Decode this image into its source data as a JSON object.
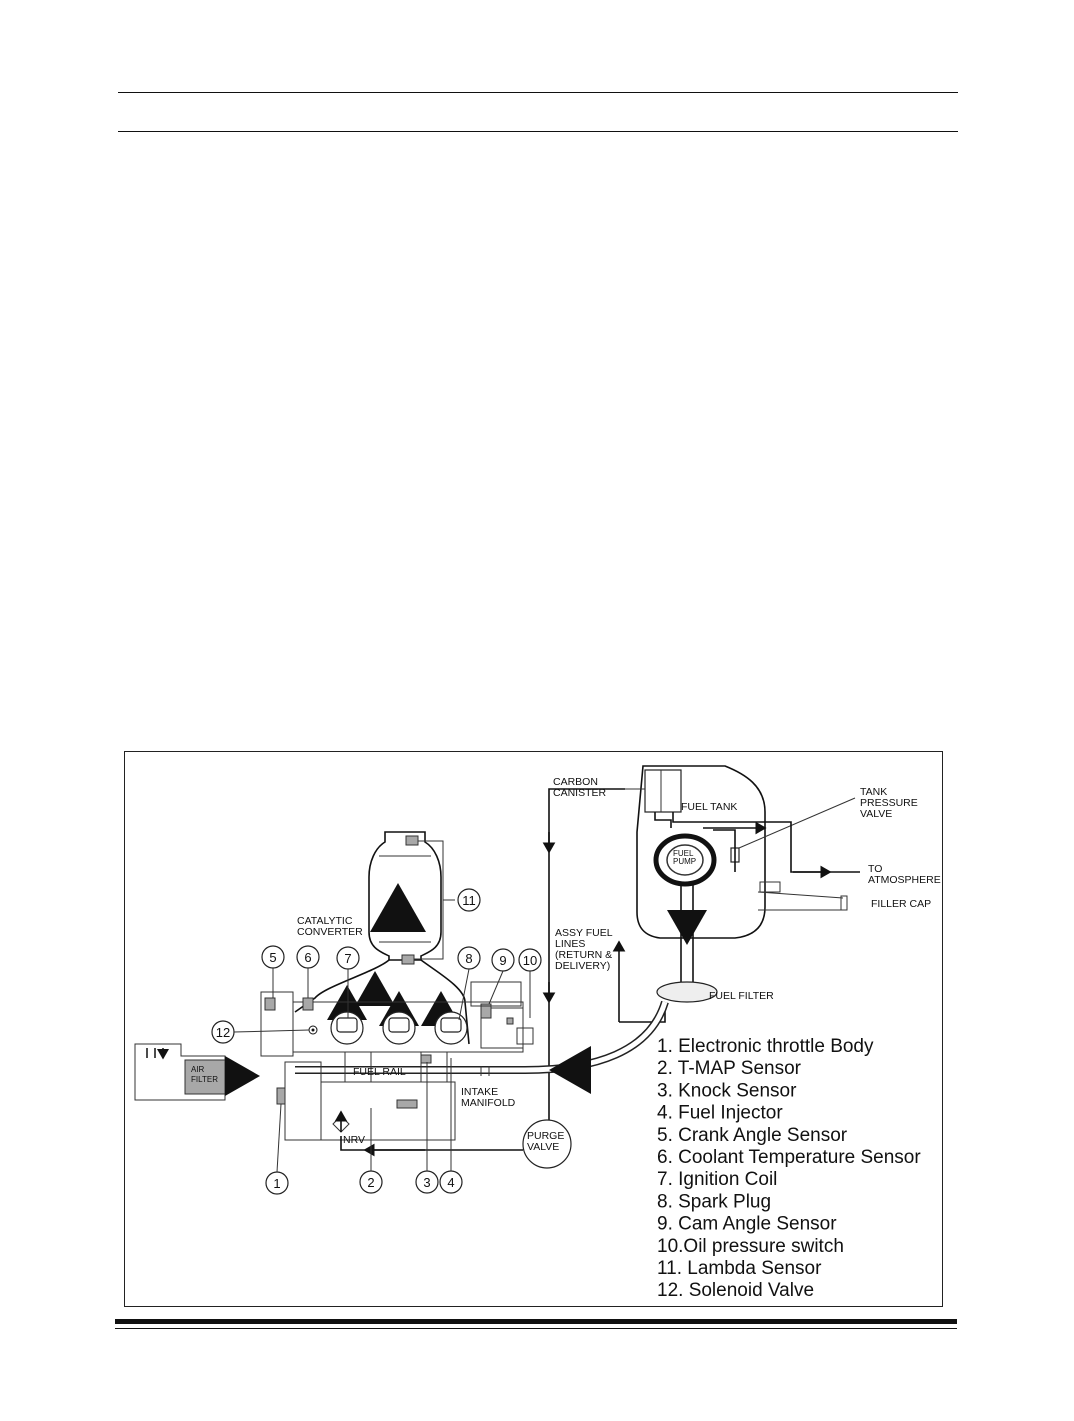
{
  "header": {},
  "diagram": {
    "labels": {
      "carbon_canister": [
        "CARBON",
        "CANISTER"
      ],
      "fuel_tank": "FUEL TANK",
      "tank_pressure_valve": [
        "TANK",
        "PRESSURE",
        "VALVE"
      ],
      "to_atmosphere": [
        "TO",
        "ATMOSPHERE"
      ],
      "filler_cap": "FILLER CAP",
      "fuel_pump": [
        "FUEL",
        "PUMP"
      ],
      "catalytic_converter": [
        "CATALYTIC",
        "CONVERTER"
      ],
      "assy_fuel_lines": [
        "ASSY FUEL",
        "LINES",
        "(RETURN &",
        "DELIVERY)"
      ],
      "fuel_filter": "FUEL FILTER",
      "air_filter": [
        "AIR",
        "FILTER"
      ],
      "fuel_rail": "FUEL RAIL",
      "intake_manifold": [
        "INTAKE",
        "MANIFOLD"
      ],
      "nrv": "NRV",
      "purge_valve": [
        "PURGE",
        "VALVE"
      ]
    },
    "callouts": [
      "1",
      "2",
      "3",
      "4",
      "5",
      "6",
      "7",
      "8",
      "9",
      "10",
      "11",
      "12"
    ],
    "legend": [
      "1.  Electronic throttle Body",
      "2.  T-MAP Sensor",
      "3.  Knock Sensor",
      "4.  Fuel Injector",
      "5.  Crank Angle Sensor",
      "6.  Coolant Temperature Sensor",
      "7.  Ignition Coil",
      "8.  Spark Plug",
      "9.  Cam Angle Sensor",
      "10.Oil pressure switch",
      "11. Lambda Sensor",
      "12. Solenoid Valve"
    ]
  }
}
